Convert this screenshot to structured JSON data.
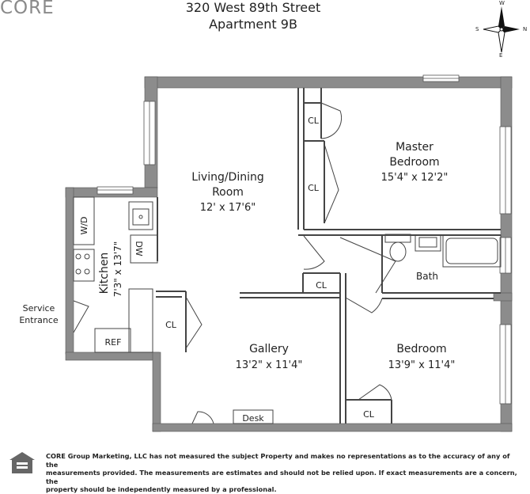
{
  "brand": {
    "logo_text": "CORE"
  },
  "header": {
    "address_line1": "320 West 89th Street",
    "address_line2": "Apartment 9B"
  },
  "compass": {
    "n": "N",
    "s": "S",
    "e": "E",
    "w": "W"
  },
  "rooms": {
    "living": {
      "name_line1": "Living/Dining",
      "name_line2": "Room",
      "dims": "12' x 17'6\""
    },
    "master": {
      "name_line1": "Master",
      "name_line2": "Bedroom",
      "dims": "15'4\" x 12'2\""
    },
    "kitchen": {
      "name": "Kitchen",
      "dims": "7'3\" x 13'7\""
    },
    "gallery": {
      "name": "Gallery",
      "dims": "13'2\" x 11'4\""
    },
    "bedroom": {
      "name": "Bedroom",
      "dims": "13'9\" x 11'4\""
    },
    "bath": {
      "name": "Bath"
    }
  },
  "fixtures": {
    "closet": "CL",
    "washer_dryer": "W/D",
    "dishwasher": "DW",
    "refrigerator": "REF",
    "desk": "Desk"
  },
  "entrance": {
    "line1": "Service",
    "line2": "Entrance"
  },
  "disclaimer": {
    "line1": "CORE Group Marketing, LLC has not measured the subject Property and makes no representations as to the accuracy of any of the",
    "line2": "measurements provided. The measurements are estimates and should not be relied upon. If exact measurements are a concern, the",
    "line3": "property should be independently measured by a professional."
  },
  "colors": {
    "wall": "#8c8c8c",
    "line": "#444444",
    "text": "#222222",
    "logo": "#8a8a8a"
  }
}
